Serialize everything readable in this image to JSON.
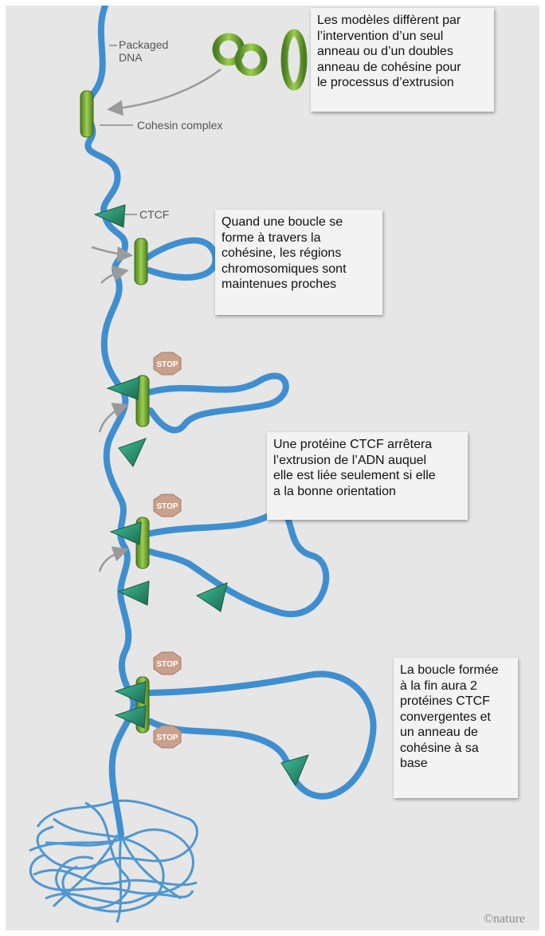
{
  "labels": {
    "packaged_dna_line1": "Packaged",
    "packaged_dna_line2": "DNA",
    "cohesin_complex": "Cohesin complex",
    "ctcf": "CTCF",
    "stop": "STOP",
    "credit": "©nature"
  },
  "callouts": [
    {
      "lines": [
        "Les modèles diffèrent par",
        "l’intervention d’un seul",
        "anneau ou d’un doubles",
        "anneau de cohésine pour",
        "le processus d’extrusion"
      ]
    },
    {
      "lines": [
        "Quand une boucle se",
        "forme à travers la",
        "cohésine, les régions",
        "chromosomiques sont",
        "maintenues proches"
      ]
    },
    {
      "lines": [
        "Une protéine CTCF arrêtera",
        "l’extrusion de l’ADN auquel",
        "elle est liée seulement si elle",
        "a la bonne orientation"
      ]
    },
    {
      "lines": [
        "La boucle formée",
        "à la fin aura 2",
        "protéines CTCF",
        "convergentes et",
        "un anneau de",
        "cohésine à sa",
        "base"
      ]
    }
  ],
  "colors": {
    "dna": "#3f8fd0",
    "cohesin": "#6fa336",
    "ctcf": "#2f8f70",
    "stop_sign": "#c9a08c",
    "background": "#e6e6e6",
    "callout_bg": "#f3f3f3"
  }
}
